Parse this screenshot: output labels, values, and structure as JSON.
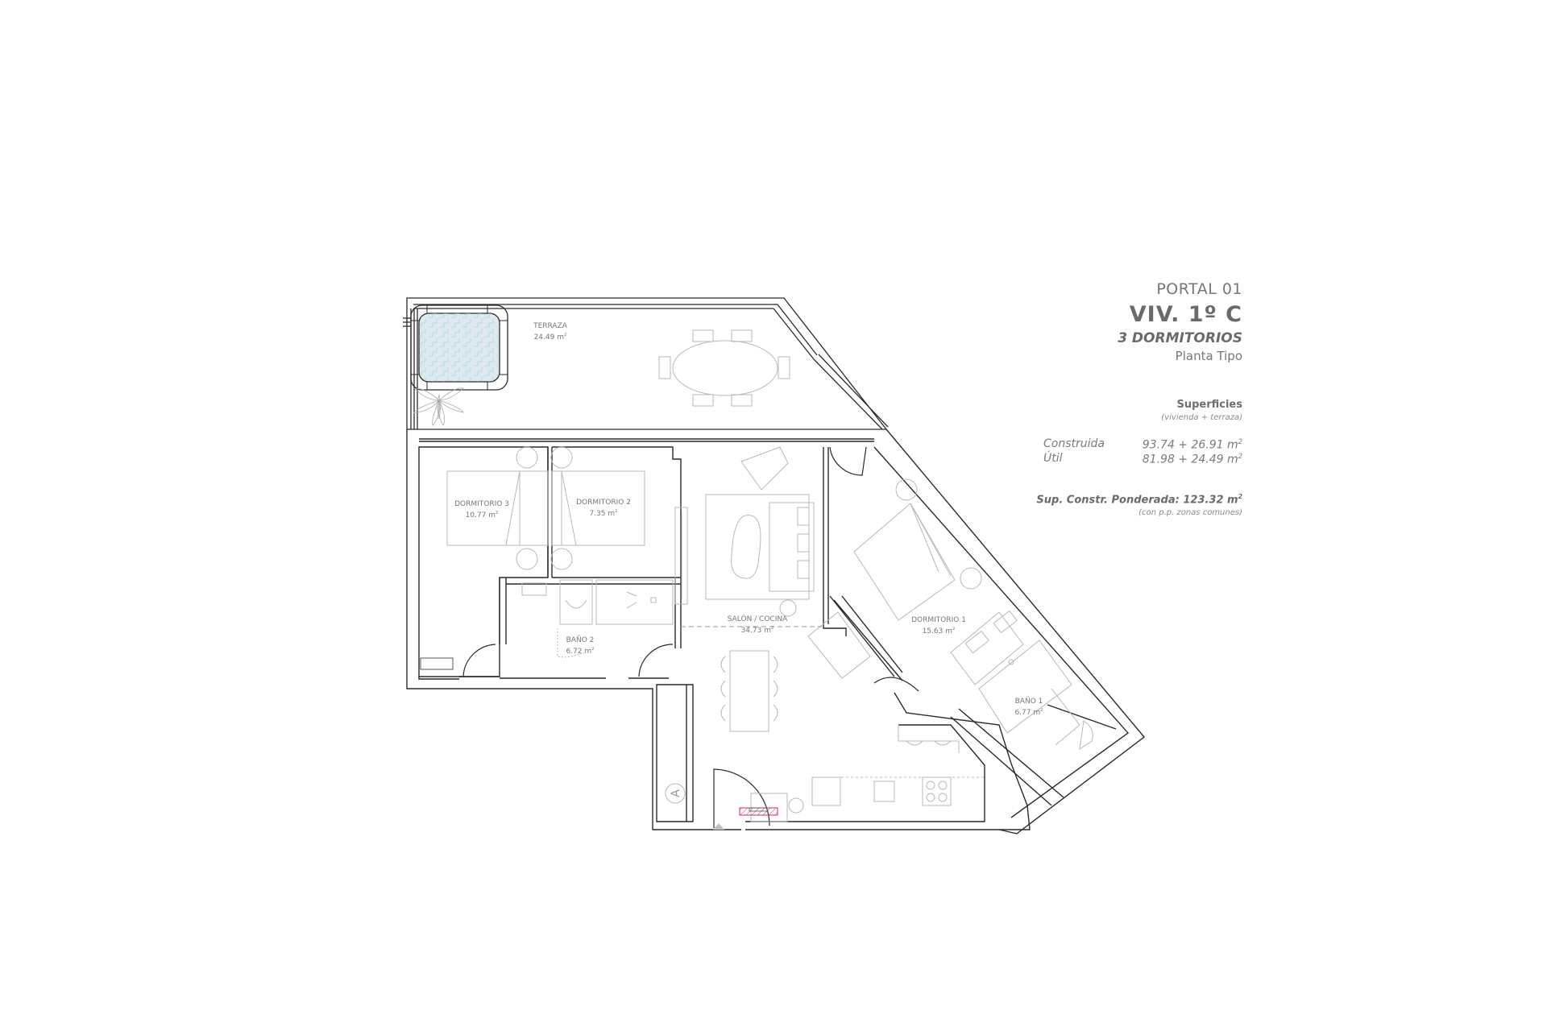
{
  "header": {
    "portal": "PORTAL 01",
    "unit": "VIV. 1º C",
    "bedrooms": "3 DORMITORIOS",
    "floor_type": "Planta Tipo"
  },
  "surfaces": {
    "title": "Superficies",
    "subtitle": "(vivienda + terraza)",
    "rows": [
      {
        "label": "Construida",
        "value": "93.74 + 26.91 m",
        "unit_exp": "2"
      },
      {
        "label": "Útil",
        "value": "81.98 + 24.49 m",
        "unit_exp": "2"
      }
    ],
    "weighted_label": "Sup. Constr. Ponderada: 123.32 m",
    "weighted_exp": "2",
    "weighted_note": "(con p.p. zonas comunes)"
  },
  "rooms": [
    {
      "name": "TERRAZA",
      "area": "24.49 m",
      "exp": "2"
    },
    {
      "name": "DORMITORIO 3",
      "area": "10.77 m",
      "exp": "2"
    },
    {
      "name": "DORMITORIO 2",
      "area": "7.35 m",
      "exp": "2"
    },
    {
      "name": "SALÓN / COCINA",
      "area": "34.73 m",
      "exp": "2"
    },
    {
      "name": "DORMITORIO 1",
      "area": "15.63 m",
      "exp": "2"
    },
    {
      "name": "BAÑO 2",
      "area": "6.72 m",
      "exp": "2"
    },
    {
      "name": "BAÑO 1",
      "area": "6.77 m",
      "exp": "2"
    }
  ],
  "symbols": {
    "entry_marker": "A",
    "entry_arrow": "triangle-up-icon"
  },
  "colors": {
    "wall": "#2a2a2a",
    "furniture": "#b8b8b8",
    "text": "#777777",
    "pool_fill": "#dde9ee",
    "pool_pattern": "#7fd4d4",
    "accent_red": "#d0325a"
  }
}
